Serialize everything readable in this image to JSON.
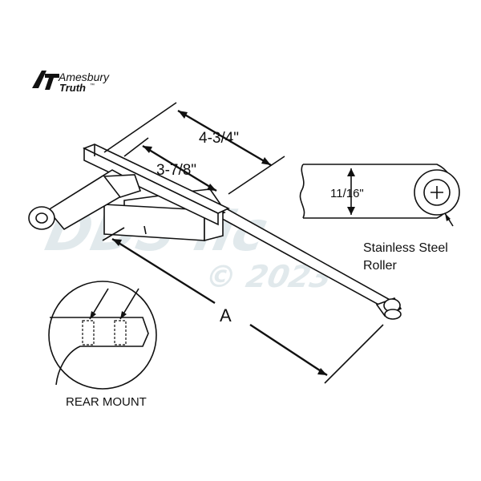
{
  "brand": {
    "line1": "Amesbury",
    "line2": "Truth",
    "tm": "™"
  },
  "dimensions": {
    "overall": "4-3/4\"",
    "inner": "3-7/8\"",
    "roller_height": "11/16\"",
    "arm_length": "A"
  },
  "callouts": {
    "roller_line1": "Stainless Steel",
    "roller_line2": "Roller",
    "mount": "REAR MOUNT"
  },
  "watermark": {
    "line1": "DDS llc",
    "line2": "© 2023"
  },
  "colors": {
    "ink": "#111111",
    "watermark": "#c9d8dd",
    "background": "#ffffff"
  }
}
